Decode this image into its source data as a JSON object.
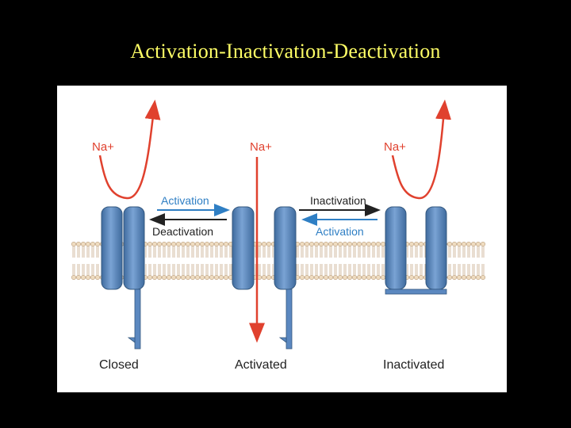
{
  "slide": {
    "title": "Activation-Inactivation-Deactivation"
  },
  "diagram": {
    "ion_labels": [
      "Na+",
      "Na+",
      "Na+"
    ],
    "state_labels": [
      "Closed",
      "Activated",
      "Inactivated"
    ],
    "transitions_left": {
      "forward": "Activation",
      "backward": "Deactivation"
    },
    "transitions_right": {
      "forward": "Inactivation",
      "backward": "Activation"
    },
    "colors": {
      "channel": "#5b88c0",
      "channel_dark": "#3f6b9e",
      "ion_arrow": "#e0412e",
      "blue_text": "#2f7fc4",
      "membrane": "#e6d3b8"
    }
  }
}
